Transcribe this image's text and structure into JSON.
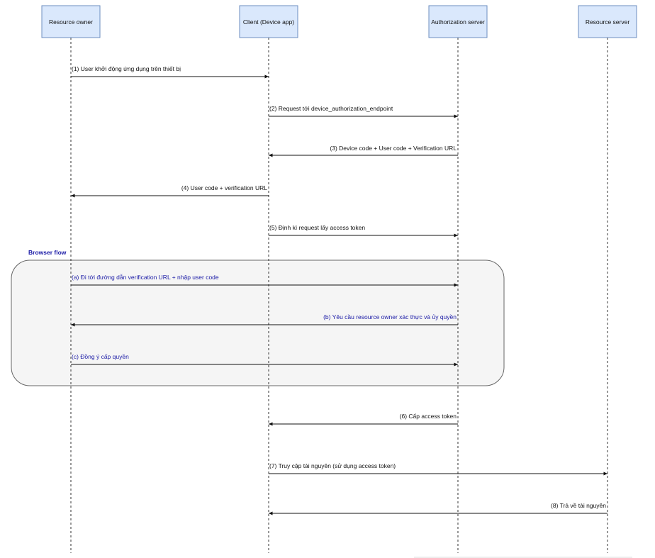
{
  "actors": [
    {
      "label": "Resource owner"
    },
    {
      "label": "Client (Device app)"
    },
    {
      "label": "Authorization server"
    },
    {
      "label": "Resource server"
    }
  ],
  "group": {
    "title": "Browser flow"
  },
  "messages": [
    {
      "label": "(1) User khởi động ứng dụng trên thiết bị",
      "from": 0,
      "to": 1
    },
    {
      "label": "(2) Request tới device_authorization_endpoint",
      "from": 1,
      "to": 2
    },
    {
      "label": "(3) Device code + User code + Verification URL",
      "from": 2,
      "to": 1
    },
    {
      "label": "(4) User code + verification URL",
      "from": 1,
      "to": 0
    },
    {
      "label": "(5) Định kì request lấy access token",
      "from": 1,
      "to": 2
    },
    {
      "label": "(a) Đi tới đường dẫn verification URL + nhập user code",
      "from": 0,
      "to": 2,
      "group": true
    },
    {
      "label": "(b) Yêu cầu resource owner xác thực và ủy quyền",
      "from": 2,
      "to": 0,
      "group": true
    },
    {
      "label": "(c) Đồng ý cấp quyền",
      "from": 0,
      "to": 2,
      "group": true
    },
    {
      "label": "(6) Cấp access token",
      "from": 2,
      "to": 1
    },
    {
      "label": "(7) Truy cập tài nguyên (sử dụng access token)",
      "from": 1,
      "to": 3
    },
    {
      "label": "(8) Trả về tài nguyên",
      "from": 3,
      "to": 1
    }
  ],
  "colors": {
    "actor_fill": "#dae8fc",
    "actor_stroke": "#6c8ebf",
    "group_fill": "#f5f5f5",
    "group_stroke": "#666666",
    "blue_text": "#1a1aa6"
  }
}
